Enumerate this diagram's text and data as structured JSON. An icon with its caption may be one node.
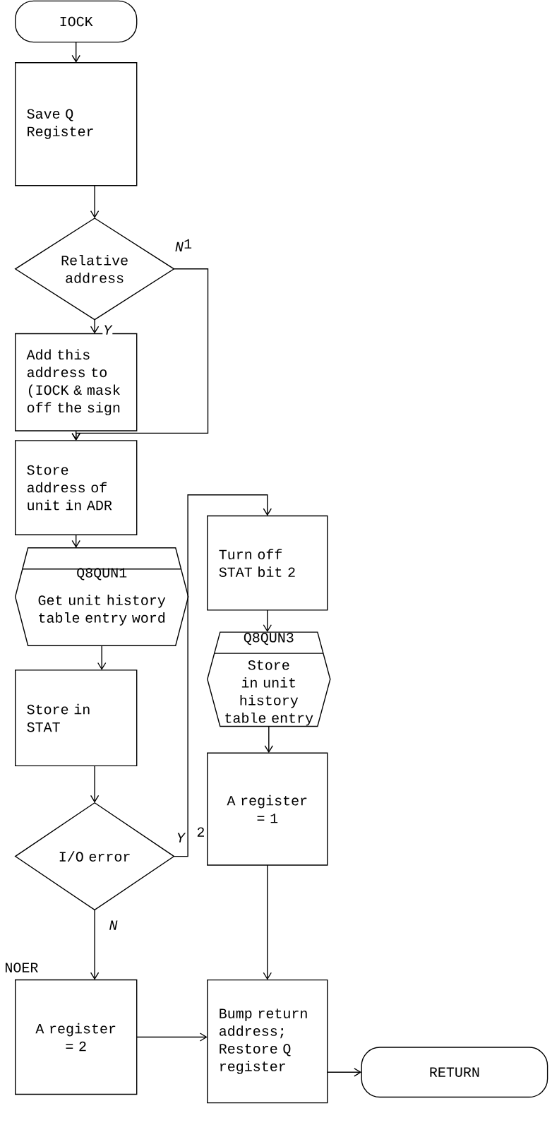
{
  "diagram": {
    "nodes": [
      {
        "text": [
          "IOCK"
        ]
      },
      {
        "text": [
          "Save Q Register"
        ]
      },
      {
        "text": [
          "Relative address"
        ]
      },
      {
        "text": [
          "Add this address to (IOCK & mask off the sign"
        ]
      },
      {
        "text": [
          "Store address of unit in ADR"
        ]
      },
      {
        "text": [
          "Q8QUN1",
          "Get unit history table entry word"
        ]
      },
      {
        "text": [
          "Store in STAT"
        ]
      },
      {
        "text": [
          "I/O error"
        ]
      },
      {
        "text": [
          "A register = 2"
        ],
        "beside": [
          "NOER"
        ]
      },
      {
        "text": [
          "Bump return address; Restore Q register"
        ]
      },
      {
        "text": [
          "RETURN"
        ]
      },
      {
        "text": [
          "Turn off STAT bit 2"
        ]
      },
      {
        "text": [
          "Q8QUN3",
          "Store in unit history table entry"
        ]
      },
      {
        "text": [
          "A register = 1"
        ]
      }
    ],
    "edges": [
      {
        "from": 0,
        "to": 1,
        "arrow": "to"
      },
      {
        "from": 1,
        "to": 2,
        "arrow": "to"
      },
      {
        "from": 2,
        "to": 3,
        "arrow": "to",
        "label": "Y"
      },
      {
        "from": 2,
        "to": 4,
        "arrow": "to",
        "label": "N"
      },
      {
        "from": 3,
        "to": 4,
        "arrow": "to"
      },
      {
        "from": 4,
        "to": 5,
        "arrow": "to"
      },
      {
        "from": 5,
        "to": 6,
        "arrow": "to"
      },
      {
        "from": 6,
        "to": 7,
        "arrow": "to"
      },
      {
        "from": 7,
        "to": 11,
        "arrow": "to",
        "label": "Y"
      },
      {
        "from": 7,
        "to": 8,
        "arrow": "to",
        "label": "N"
      },
      {
        "from": 11,
        "to": 12,
        "arrow": "to"
      },
      {
        "from": 12,
        "to": 13,
        "arrow": "to"
      },
      {
        "from": 13,
        "to": 9,
        "arrow": "to"
      },
      {
        "from": 8,
        "to": 9,
        "arrow": "to"
      },
      {
        "from": 9,
        "to": 10,
        "arrow": "to"
      }
    ],
    "labels": [
      "1",
      "2"
    ]
  }
}
